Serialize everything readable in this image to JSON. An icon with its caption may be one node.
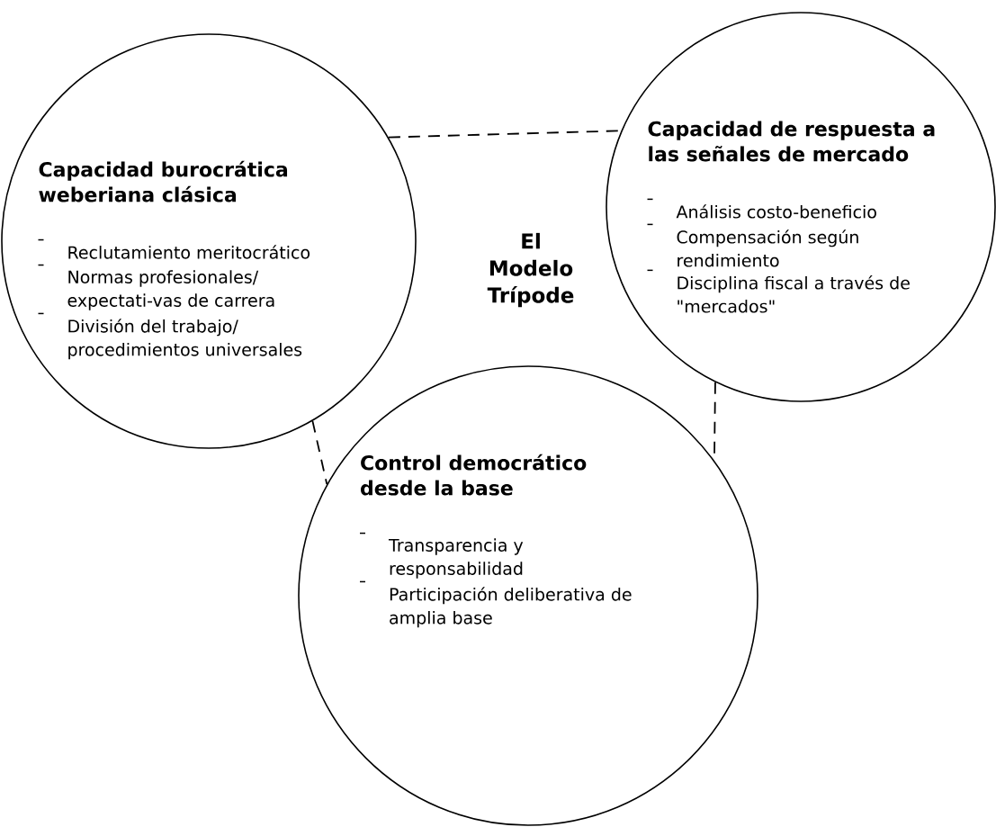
{
  "diagram": {
    "nodes": [
      {
        "text": [
          "Capacidad burocrática weberiana clásica",
          "Reclutamiento meritocrático",
          "Normas profesionales/ expectati-vas de carrera",
          "División del trabajo/ procedimientos universales"
        ]
      },
      {
        "text": [
          "Capacidad de respuesta a las señales de mercado",
          "Análisis costo-beneficio",
          "Compensación según rendimiento",
          "Disciplina fiscal a través de \"mercados\""
        ]
      },
      {
        "text": [
          "Control democrático desde la base",
          "Transparencia y responsabilidad",
          "Participación deliberativa de amplia base"
        ]
      }
    ],
    "edges": [
      {
        "from": 0,
        "to": 1,
        "arrow": "none",
        "style": "dashed"
      },
      {
        "from": 0,
        "to": 2,
        "arrow": "none",
        "style": "dashed"
      },
      {
        "from": 1,
        "to": 2,
        "arrow": "none",
        "style": "dashed"
      }
    ],
    "labels": [
      "El Modelo Trípode"
    ]
  }
}
